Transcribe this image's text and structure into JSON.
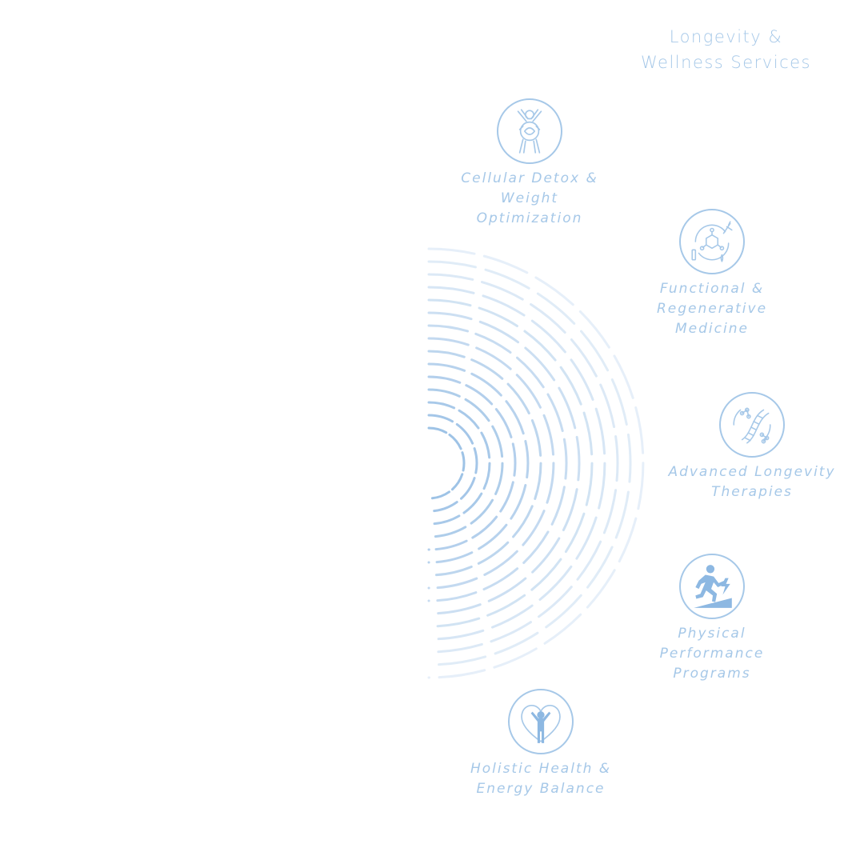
{
  "title": {
    "line1": "Longevity &",
    "line2": "Wellness Services"
  },
  "colors": {
    "accent": "#a6c8e8",
    "accent_strong": "#8db8e2",
    "background": "#ffffff"
  },
  "services": [
    {
      "icon": "detox-figure-icon",
      "lines": [
        "Cellular Detox &",
        "Weight",
        "Optimization"
      ]
    },
    {
      "icon": "molecule-syringe-icon",
      "lines": [
        "Functional &",
        "Regenerative",
        "Medicine"
      ]
    },
    {
      "icon": "dna-helix-icon",
      "lines": [
        "Advanced Longevity",
        "Therapies"
      ]
    },
    {
      "icon": "running-figure-icon",
      "lines": [
        "Physical",
        "Performance",
        "Programs"
      ]
    },
    {
      "icon": "heart-figure-icon",
      "lines": [
        "Holistic Health &",
        "Energy Balance"
      ]
    }
  ]
}
